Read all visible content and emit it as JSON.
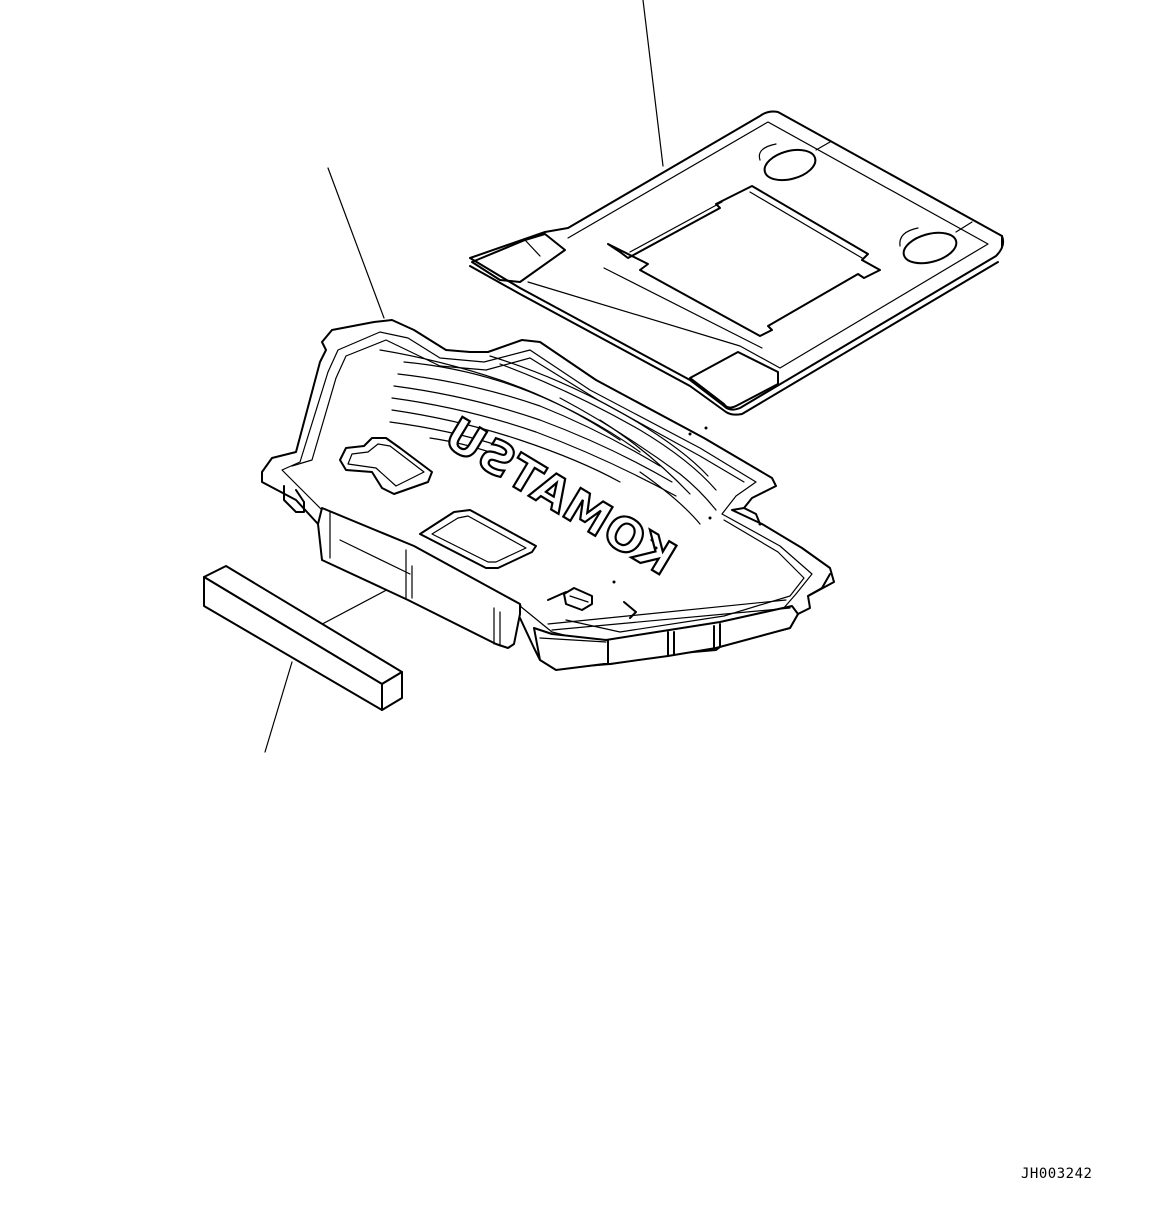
{
  "drawing": {
    "logo_text": "KOMATSU",
    "drawing_code": "JH003242",
    "parts": [
      {
        "name": "floor-plate-mat-upper",
        "icon": "flat-mat-icon"
      },
      {
        "name": "floor-mat-main",
        "icon": "molded-floor-mat-icon"
      },
      {
        "name": "spacer-block",
        "icon": "rectangular-block-icon"
      }
    ],
    "line_color": "#000000",
    "background_color": "#ffffff"
  }
}
